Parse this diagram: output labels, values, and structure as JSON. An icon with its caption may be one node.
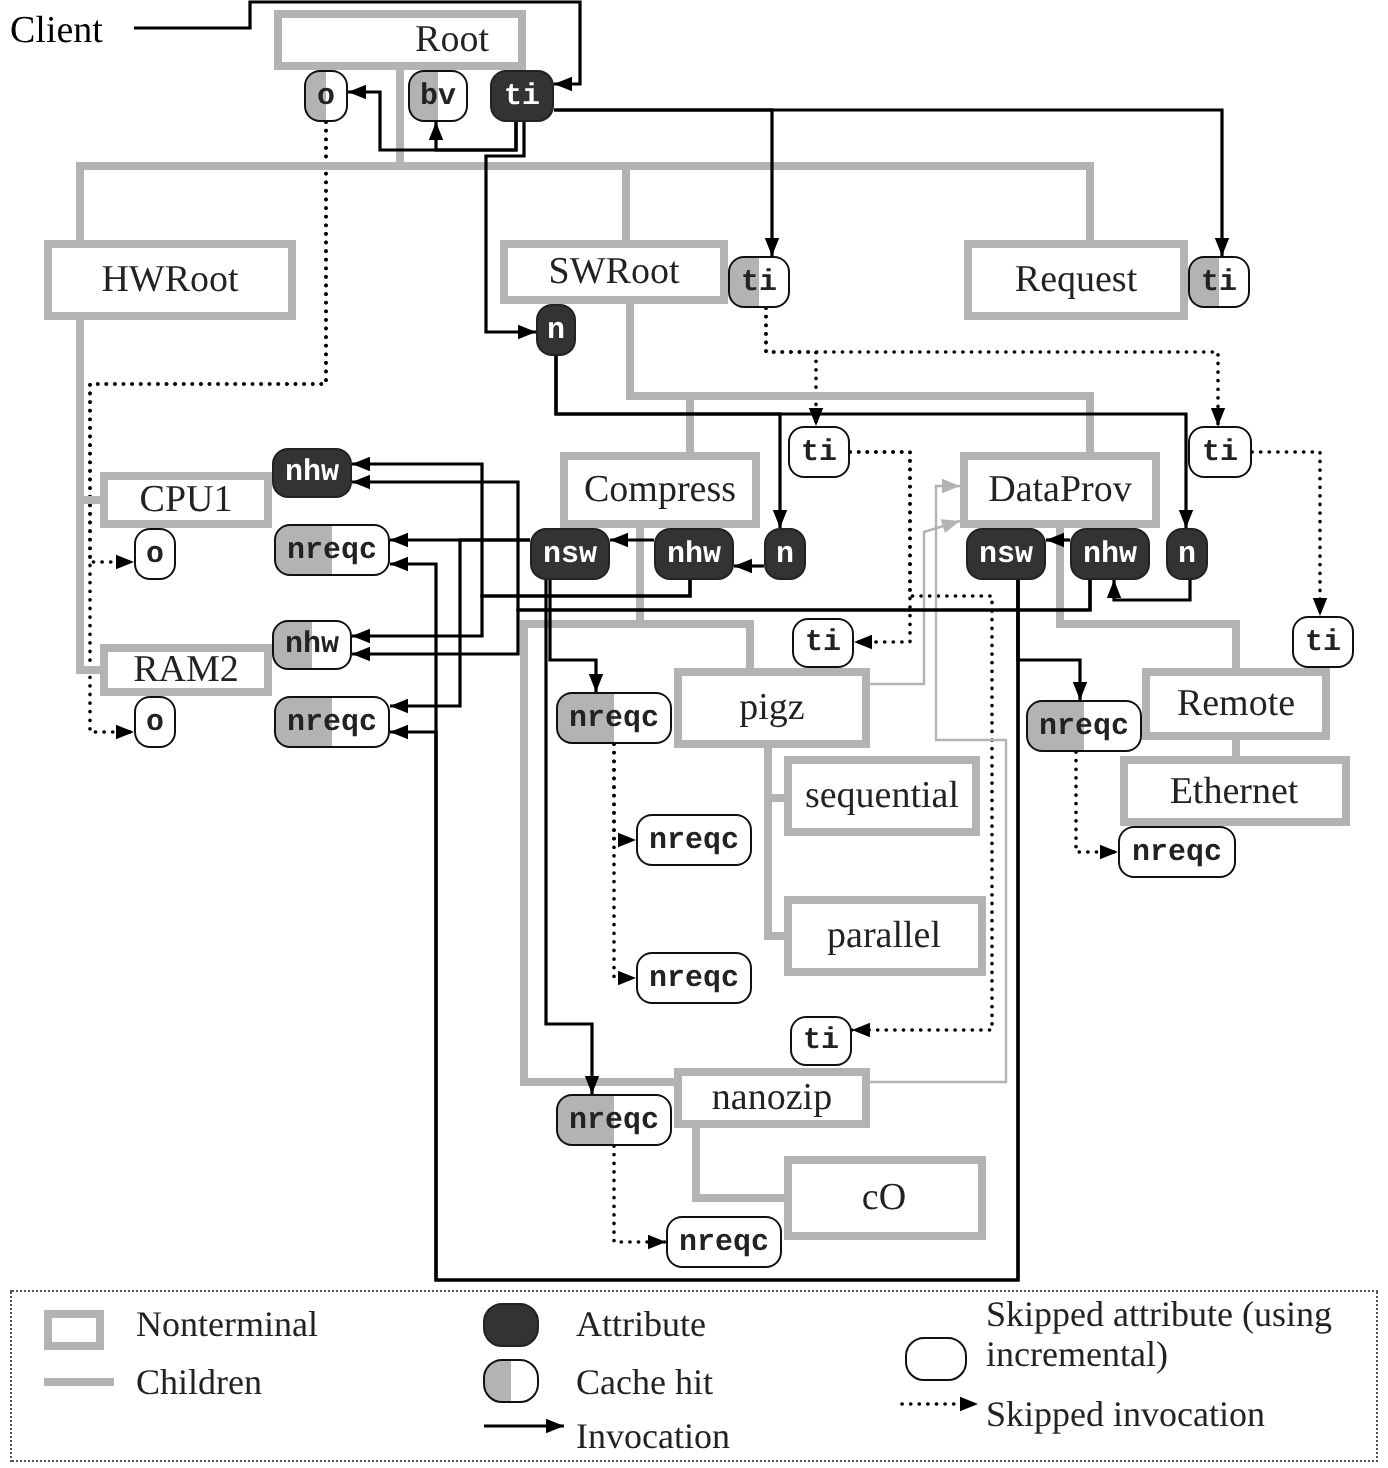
{
  "diagram": {
    "nodes": [
      {
        "text": [
          "Client"
        ]
      },
      {
        "text": [
          "Root"
        ]
      },
      {
        "text": [
          "o"
        ]
      },
      {
        "text": [
          "bv"
        ]
      },
      {
        "text": [
          "ti"
        ]
      },
      {
        "text": [
          "HWRoot"
        ]
      },
      {
        "text": [
          "SWRoot"
        ]
      },
      {
        "text": [
          "n"
        ]
      },
      {
        "text": [
          "ti"
        ]
      },
      {
        "text": [
          "Request"
        ]
      },
      {
        "text": [
          "ti"
        ]
      },
      {
        "text": [
          "nhw"
        ]
      },
      {
        "text": [
          "CPU1"
        ]
      },
      {
        "text": [
          "o"
        ]
      },
      {
        "text": [
          "nreqc"
        ]
      },
      {
        "text": [
          "ti"
        ]
      },
      {
        "text": [
          "Compress"
        ]
      },
      {
        "text": [
          "nsw"
        ]
      },
      {
        "text": [
          "nhw"
        ]
      },
      {
        "text": [
          "n"
        ]
      },
      {
        "text": [
          "ti"
        ]
      },
      {
        "text": [
          "DataProv"
        ]
      },
      {
        "text": [
          "nsw"
        ]
      },
      {
        "text": [
          "nhw"
        ]
      },
      {
        "text": [
          "n"
        ]
      },
      {
        "text": [
          "nhw"
        ]
      },
      {
        "text": [
          "RAM2"
        ]
      },
      {
        "text": [
          "o"
        ]
      },
      {
        "text": [
          "nreqc"
        ]
      },
      {
        "text": [
          "ti"
        ]
      },
      {
        "text": [
          "pigz"
        ]
      },
      {
        "text": [
          "nreqc"
        ]
      },
      {
        "text": [
          "ti"
        ]
      },
      {
        "text": [
          "Remote"
        ]
      },
      {
        "text": [
          "nreqc"
        ]
      },
      {
        "text": [
          "sequential"
        ]
      },
      {
        "text": [
          "nreqc"
        ]
      },
      {
        "text": [
          "Ethernet"
        ]
      },
      {
        "text": [
          "nreqc"
        ]
      },
      {
        "text": [
          "parallel"
        ]
      },
      {
        "text": [
          "nreqc"
        ]
      },
      {
        "text": [
          "ti"
        ]
      },
      {
        "text": [
          "nanozip"
        ]
      },
      {
        "text": [
          "nreqc"
        ]
      },
      {
        "text": [
          "cO"
        ]
      },
      {
        "text": [
          "nreqc"
        ]
      }
    ],
    "edges": [
      {
        "from": 0,
        "to": 4,
        "arrow": "to"
      },
      {
        "from": 4,
        "to": 2,
        "arrow": "to"
      },
      {
        "from": 4,
        "to": 3,
        "arrow": "to"
      },
      {
        "from": 4,
        "to": 8,
        "arrow": "to"
      },
      {
        "from": 4,
        "to": 10,
        "arrow": "to"
      },
      {
        "from": 4,
        "to": 7,
        "arrow": "to"
      },
      {
        "from": 7,
        "to": 19,
        "arrow": "to"
      },
      {
        "from": 7,
        "to": 24,
        "arrow": "to"
      },
      {
        "from": 19,
        "to": 18,
        "arrow": "to"
      },
      {
        "from": 18,
        "to": 17,
        "arrow": "to"
      },
      {
        "from": 18,
        "to": 11,
        "arrow": "to"
      },
      {
        "from": 18,
        "to": 25,
        "arrow": "to"
      },
      {
        "from": 23,
        "to": 11,
        "arrow": "to"
      },
      {
        "from": 23,
        "to": 25,
        "arrow": "to"
      },
      {
        "from": 17,
        "to": 14,
        "arrow": "to"
      },
      {
        "from": 17,
        "to": 28,
        "arrow": "to"
      },
      {
        "from": 17,
        "to": 31,
        "arrow": "to"
      },
      {
        "from": 17,
        "to": 43,
        "arrow": "to"
      },
      {
        "from": 22,
        "to": 14,
        "arrow": "to"
      },
      {
        "from": 22,
        "to": 28,
        "arrow": "to"
      },
      {
        "from": 22,
        "to": 34,
        "arrow": "to"
      },
      {
        "from": 24,
        "to": 23,
        "arrow": "to"
      },
      {
        "from": 23,
        "to": 22,
        "arrow": "to"
      },
      {
        "from": 2,
        "to": 13,
        "arrow": "to",
        "style": "dashed"
      },
      {
        "from": 2,
        "to": 27,
        "arrow": "to",
        "style": "dashed"
      },
      {
        "from": 8,
        "to": 15,
        "arrow": "to",
        "style": "dashed"
      },
      {
        "from": 8,
        "to": 20,
        "arrow": "to",
        "style": "dashed"
      },
      {
        "from": 15,
        "to": 29,
        "arrow": "to",
        "style": "dashed"
      },
      {
        "from": 15,
        "to": 41,
        "arrow": "to",
        "style": "dashed"
      },
      {
        "from": 20,
        "to": 32,
        "arrow": "to",
        "style": "dashed"
      },
      {
        "from": 31,
        "to": 36,
        "arrow": "to",
        "style": "dashed"
      },
      {
        "from": 31,
        "to": 40,
        "arrow": "to",
        "style": "dashed"
      },
      {
        "from": 43,
        "to": 45,
        "arrow": "to",
        "style": "dashed"
      },
      {
        "from": 34,
        "to": 38,
        "arrow": "to",
        "style": "dashed"
      },
      {
        "from": 30,
        "to": 21,
        "arrow": "to",
        "color": "#b3b3b3"
      },
      {
        "from": 42,
        "to": 21,
        "arrow": "to",
        "color": "#b3b3b3"
      },
      {
        "from": 1,
        "to": 5,
        "arrow": "none",
        "style": "thick",
        "color": "#b3b3b3"
      },
      {
        "from": 1,
        "to": 6,
        "arrow": "none",
        "style": "thick",
        "color": "#b3b3b3"
      },
      {
        "from": 1,
        "to": 9,
        "arrow": "none",
        "style": "thick",
        "color": "#b3b3b3"
      },
      {
        "from": 5,
        "to": 12,
        "arrow": "none",
        "style": "thick",
        "color": "#b3b3b3"
      },
      {
        "from": 5,
        "to": 26,
        "arrow": "none",
        "style": "thick",
        "color": "#b3b3b3"
      },
      {
        "from": 6,
        "to": 16,
        "arrow": "none",
        "style": "thick",
        "color": "#b3b3b3"
      },
      {
        "from": 6,
        "to": 21,
        "arrow": "none",
        "style": "thick",
        "color": "#b3b3b3"
      },
      {
        "from": 16,
        "to": 30,
        "arrow": "none",
        "style": "thick",
        "color": "#b3b3b3"
      },
      {
        "from": 16,
        "to": 42,
        "arrow": "none",
        "style": "thick",
        "color": "#b3b3b3"
      },
      {
        "from": 30,
        "to": 35,
        "arrow": "none",
        "style": "thick",
        "color": "#b3b3b3"
      },
      {
        "from": 30,
        "to": 39,
        "arrow": "none",
        "style": "thick",
        "color": "#b3b3b3"
      },
      {
        "from": 42,
        "to": 44,
        "arrow": "none",
        "style": "thick",
        "color": "#b3b3b3"
      },
      {
        "from": 21,
        "to": 33,
        "arrow": "none",
        "style": "thick",
        "color": "#b3b3b3"
      },
      {
        "from": 33,
        "to": 37,
        "arrow": "none",
        "style": "thick",
        "color": "#b3b3b3"
      }
    ],
    "legend": [
      {
        "text": "Nonterminal"
      },
      {
        "text": "Children"
      },
      {
        "text": "Attribute"
      },
      {
        "text": "Cache hit"
      },
      {
        "text": "Invocation"
      },
      {
        "text": "Skipped attribute (using incremental)"
      },
      {
        "text": "Skipped invocation"
      }
    ]
  }
}
